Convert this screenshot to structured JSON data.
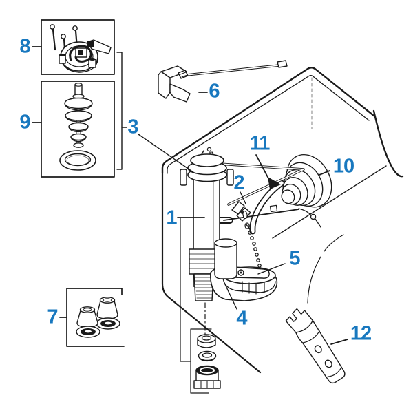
{
  "colors": {
    "background": "#ffffff",
    "line": "#1a1a1a",
    "callout": "#1878bf"
  },
  "callouts": [
    {
      "num": "1"
    },
    {
      "num": "2"
    },
    {
      "num": "3"
    },
    {
      "num": "4"
    },
    {
      "num": "5"
    },
    {
      "num": "6"
    },
    {
      "num": "7"
    },
    {
      "num": "8"
    },
    {
      "num": "9"
    },
    {
      "num": "10"
    },
    {
      "num": "11"
    },
    {
      "num": "12"
    }
  ]
}
